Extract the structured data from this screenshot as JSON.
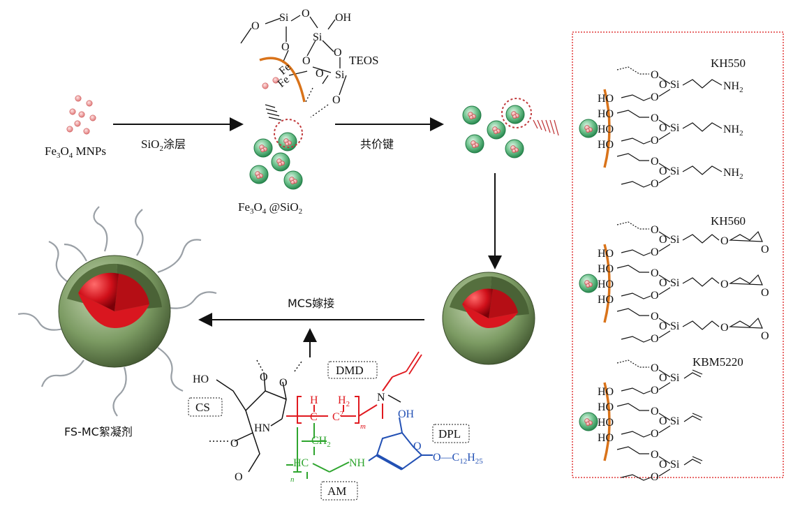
{
  "labels": {
    "fe3o4": "Fe",
    "fe3o4_sub1": "3",
    "fe3o4_o": "O",
    "fe3o4_sub2": "4",
    "fe3o4_tail": " MNPs",
    "sio2_coating": "SiO",
    "sio2_coating_sub": "2",
    "sio2_coating_cn": "涂层",
    "fe3o4_sio2": "Fe",
    "fe3o4_sio2_sub1": "3",
    "fe3o4_sio2_o": "O",
    "fe3o4_sio2_sub2": "4",
    "fe3o4_sio2_tail": " @SiO",
    "fe3o4_sio2_sub3": "2",
    "covalent": "共价键",
    "teos": "TEOS",
    "mcs_graft": "MCS嫁接",
    "product": "FS-MC絮凝剂"
  },
  "silanes": {
    "kh550": "KH550",
    "kh560": "KH560",
    "kbm5220": "KBM5220",
    "nh2": "NH",
    "nh2_sub": "2",
    "si": "Si",
    "ho": "HO",
    "o": "O"
  },
  "structure": {
    "dmd": "DMD",
    "cs": "CS",
    "dpl": "DPL",
    "am": "AM",
    "ho": "HO",
    "oh": "OH",
    "hn": "HN",
    "nh": "NH",
    "h": "H",
    "c": "C",
    "h2": "H",
    "h2_sub": "2",
    "c2": "C",
    "c2_sup": "2",
    "ch2": "CH",
    "ch2_sub": "2",
    "hc": "HC",
    "n": "N",
    "o": "O",
    "m": "m",
    "n_sub": "n",
    "c12h25": "O—C",
    "c12_sub": "12",
    "h25": "H",
    "h25_sub": "25"
  },
  "colors": {
    "red": "#e0191f",
    "green": "#2ea52e",
    "blue": "#2250b4",
    "orange": "#d9731a",
    "frame": "#e03a3a"
  }
}
